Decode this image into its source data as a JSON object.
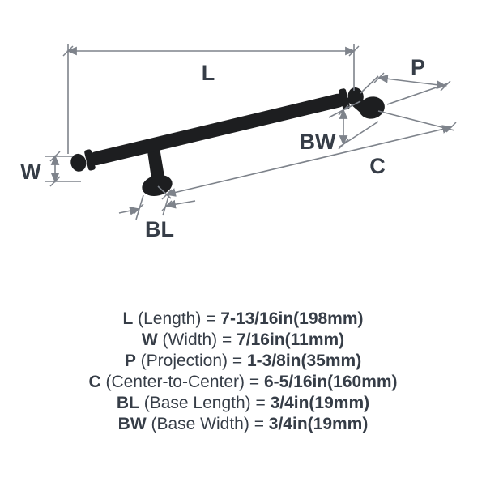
{
  "diagram": {
    "labels": {
      "L": "L",
      "W": "W",
      "P": "P",
      "C": "C",
      "BL": "BL",
      "BW": "BW"
    }
  },
  "legend": {
    "rows": [
      {
        "key": "L",
        "desc": " (Length) = ",
        "value": "7-13/16in(198mm)"
      },
      {
        "key": "W",
        "desc": " (Width) = ",
        "value": "7/16in(11mm)"
      },
      {
        "key": "P",
        "desc": " (Projection) = ",
        "value": "1-3/8in(35mm)"
      },
      {
        "key": "C",
        "desc": " (Center-to-Center) = ",
        "value": "6-5/16in(160mm)"
      },
      {
        "key": "BL",
        "desc": " (Base Length) = ",
        "value": "3/4in(19mm)"
      },
      {
        "key": "BW",
        "desc": " (Base Width) = ",
        "value": "3/4in(19mm)"
      }
    ]
  },
  "colors": {
    "handle": "#1d1e20",
    "dimension": "#7e838b",
    "text": "#363d47"
  }
}
